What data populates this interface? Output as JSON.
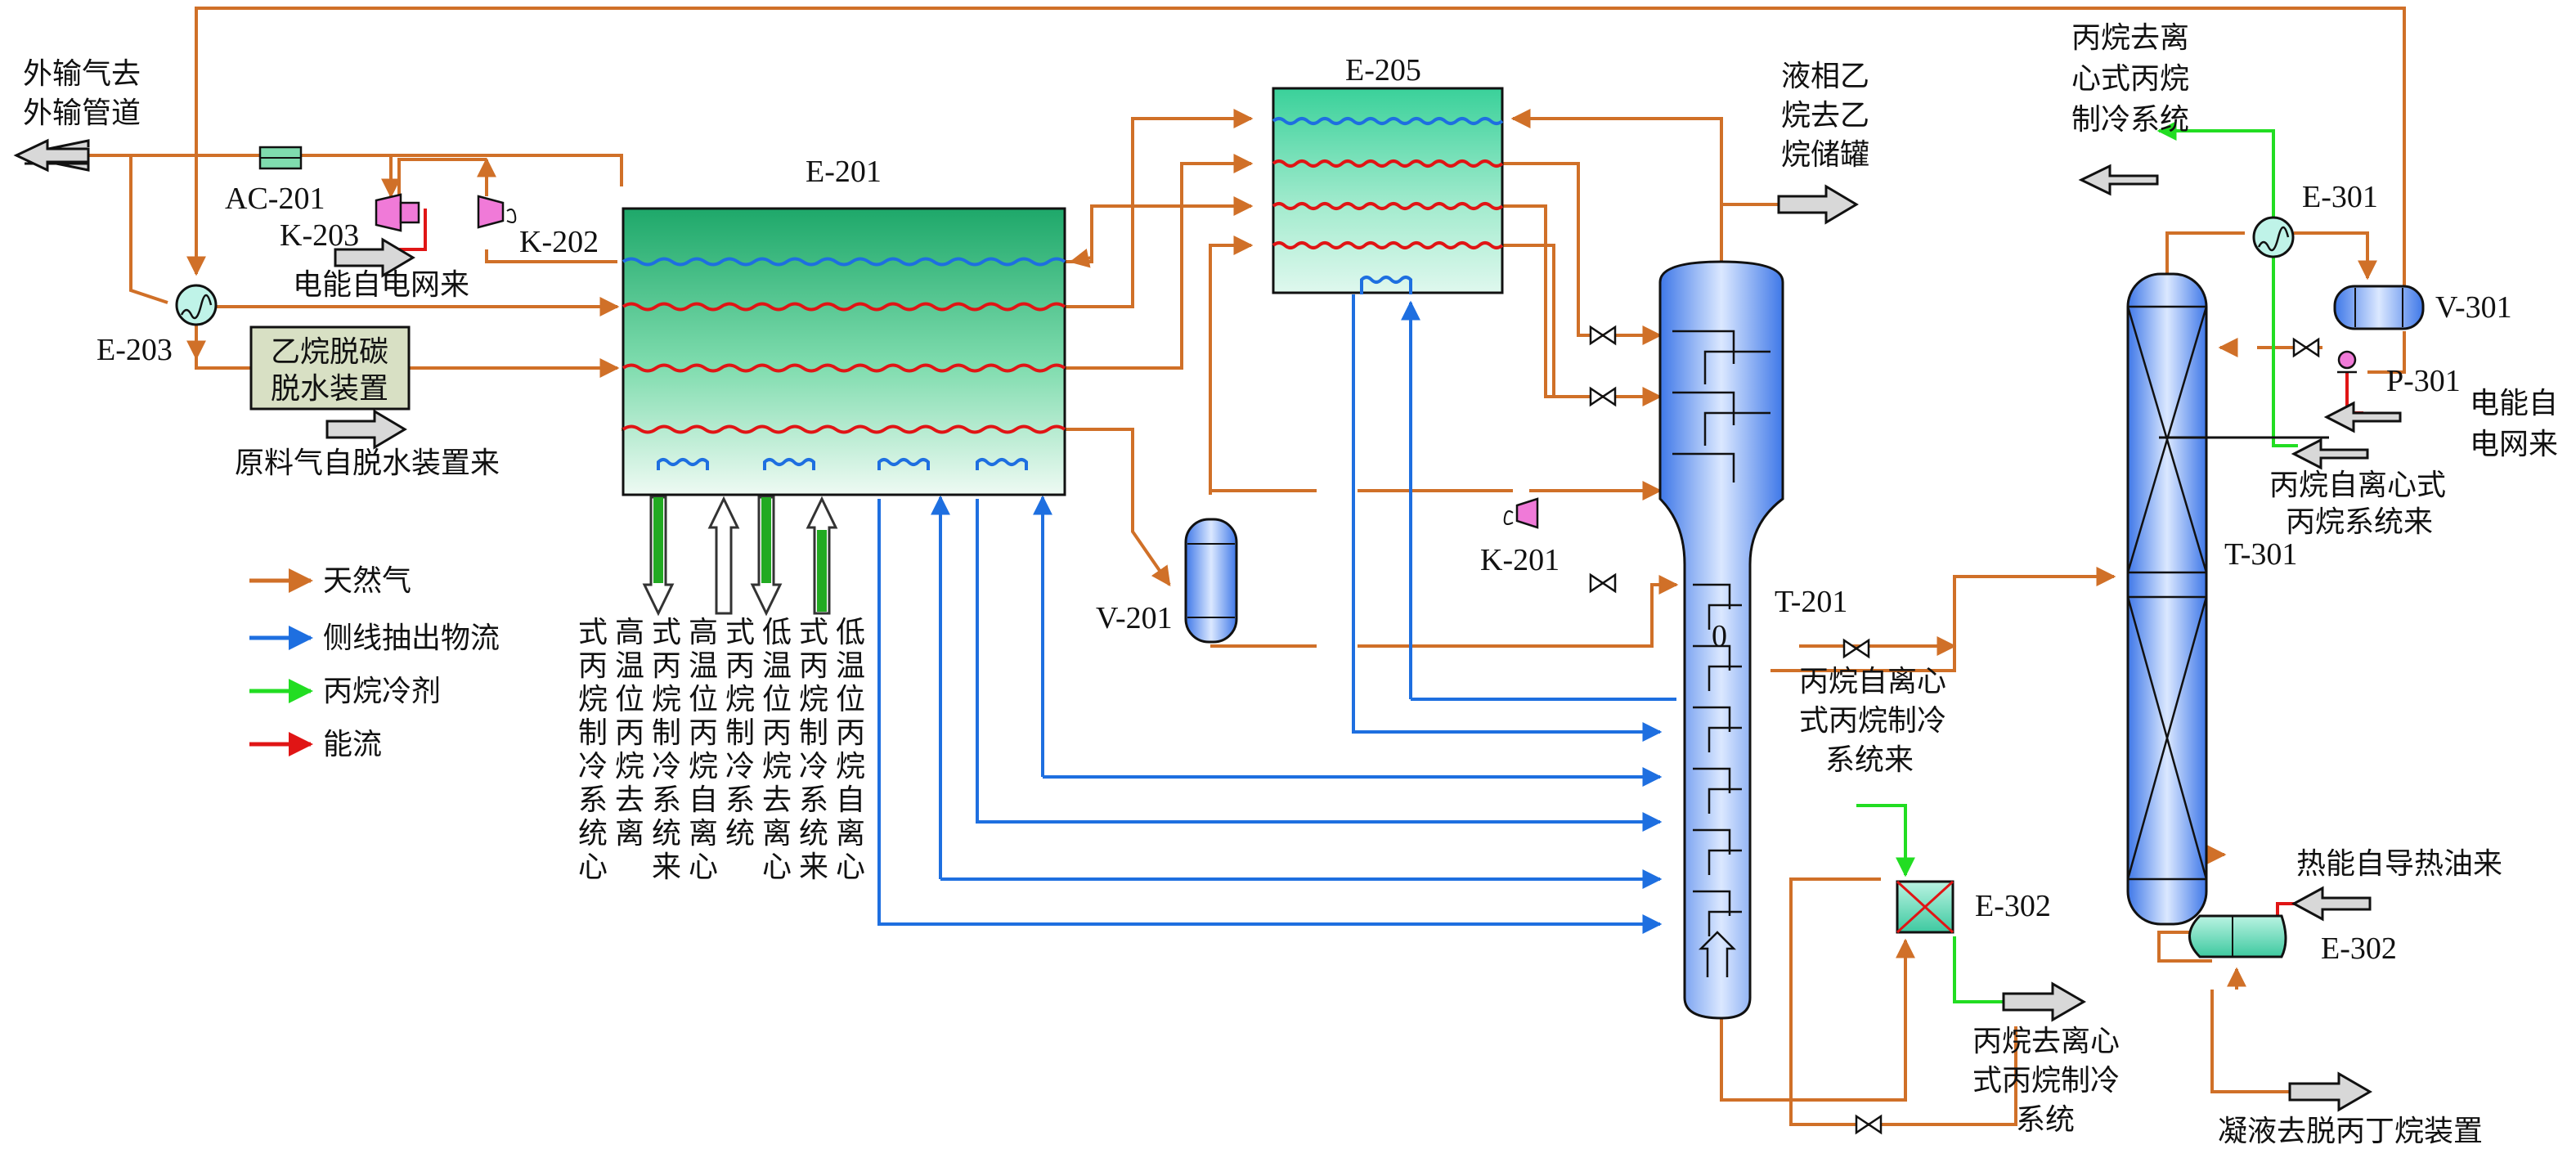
{
  "equipment": {
    "e201": "E-201",
    "e205": "E-205",
    "e203": "E-203",
    "ac201": "AC-201",
    "k203": "K-203",
    "k202": "K-202",
    "k201": "K-201",
    "v201": "V-201",
    "t201": "T-201",
    "t201_stage": "0",
    "e301": "E-301",
    "v301": "V-301",
    "p301": "P-301",
    "t301": "T-301",
    "e302a": "E-302",
    "e302b": "E-302",
    "dehydration_unit": [
      "乙烷脱碳",
      "脱水装置"
    ]
  },
  "streams": {
    "export_gas": [
      "外输气去",
      "外输管道"
    ],
    "power_k203": "电能自电网来",
    "feed_gas": "原料气自脱水装置来",
    "liquid_ethane": [
      "液相乙",
      "烷去乙",
      "烷储罐"
    ],
    "propane_to_refrig_top": [
      "丙烷去离",
      "心式丙烷",
      "制冷系统"
    ],
    "power_p301": [
      "电能自",
      "电网来"
    ],
    "propane_from_centrifugal": [
      "丙烷自离心式",
      "丙烷系统来"
    ],
    "propane_from_refrig_mid": [
      "丙烷自离心",
      "式丙烷制冷",
      "系统来"
    ],
    "heat_from_oil": "热能自导热油来",
    "propane_to_refrig_bottom": [
      "丙烷去离心",
      "式丙烷制冷",
      "系统"
    ],
    "condensate": "凝液去脱丙丁烷装置",
    "e201_bottom_columns": [
      [
        "式",
        "丙",
        "烷",
        "制",
        "冷",
        "系",
        "统",
        "心"
      ],
      [
        "高",
        "温",
        "位",
        "丙",
        "烷",
        "去",
        "离",
        ""
      ],
      [
        "式",
        "丙",
        "烷",
        "制",
        "冷",
        "系",
        "统",
        "来"
      ],
      [
        "高",
        "温",
        "位",
        "丙",
        "烷",
        "自",
        "离",
        "心"
      ],
      [
        "式",
        "丙",
        "烷",
        "制",
        "冷",
        "系",
        "统",
        ""
      ],
      [
        "低",
        "温",
        "位",
        "丙",
        "烷",
        "去",
        "离",
        "心"
      ],
      [
        "式",
        "丙",
        "烷",
        "制",
        "冷",
        "系",
        "统",
        "来"
      ],
      [
        "低",
        "温",
        "位",
        "丙",
        "烷",
        "自",
        "离",
        "心"
      ]
    ]
  },
  "legend": [
    {
      "label": "天然气",
      "color": "#d07028"
    },
    {
      "label": "侧线抽出物流",
      "color": "#1e6fe0"
    },
    {
      "label": "丙烷冷剂",
      "color": "#22dd22"
    },
    {
      "label": "能流",
      "color": "#e01515"
    }
  ],
  "colors": {
    "natural_gas": "#d07028",
    "side_draw": "#1e6fe0",
    "propane": "#22dd22",
    "energy": "#e01515"
  }
}
